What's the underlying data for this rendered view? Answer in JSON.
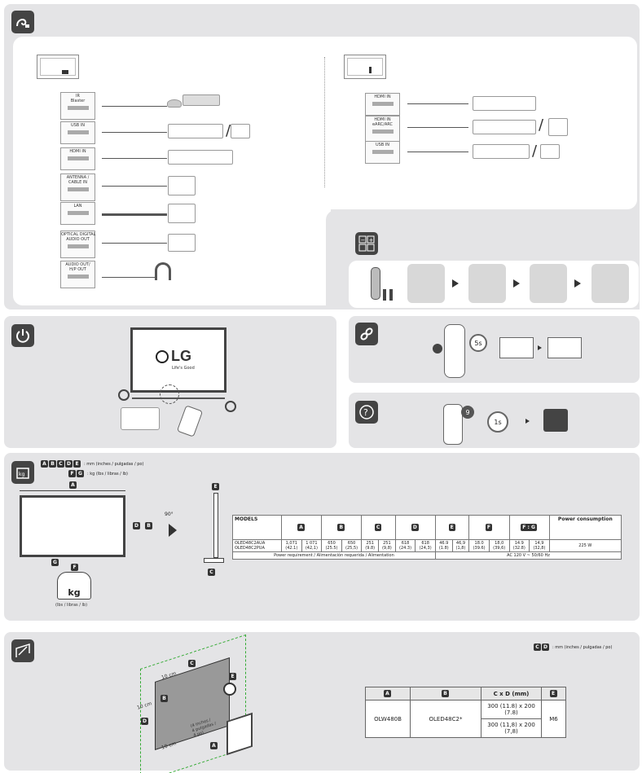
{
  "connections": {
    "left_ports": [
      {
        "label": "IR\nBlaster"
      },
      {
        "label": "USB IN"
      },
      {
        "label": "HDMI IN"
      },
      {
        "label": "ANTENNA /\nCABLE IN"
      },
      {
        "label": "LAN"
      },
      {
        "label": "OPTICAL DIGITAL\nAUDIO OUT"
      },
      {
        "label": "AUDIO OUT/\nH/P OUT"
      }
    ],
    "right_ports": [
      {
        "label": "HDMI IN"
      },
      {
        "label": "HDMI IN\neARC/ARC"
      },
      {
        "label": "USB IN"
      }
    ]
  },
  "power": {
    "logo_text": "LG",
    "tagline": "Life's Good"
  },
  "pairing": {
    "seconds_label": "5s"
  },
  "support": {
    "key_label": "9",
    "seconds_label": "1s"
  },
  "specs": {
    "unit_note_letters": [
      "A",
      "B",
      "C",
      "D",
      "E"
    ],
    "unit_note": ": mm (inches / pulgadas / po)",
    "weight_letters": [
      "F",
      "G"
    ],
    "weight_note": ": kg (lbs / libras / lb)",
    "kg_label": "kg",
    "kg_sub": "(lbs / libras / lb)",
    "rotate_label": "90°",
    "table": {
      "models_header": "MODELS",
      "power_header": "Power consumption",
      "models": [
        "OLED48C2AUA",
        "OLED48C2PUA"
      ],
      "columns": [
        "A",
        "B",
        "C",
        "D",
        "E",
        "F",
        "F : G"
      ],
      "values": [
        [
          "1,071\n(42.1)",
          "1 071\n(42,1)"
        ],
        [
          "650\n(25.5)",
          "650\n(25,5)"
        ],
        [
          "251\n(9.8)",
          "251\n(9,8)"
        ],
        [
          "618\n(24.3)",
          "618\n(24,3)"
        ],
        [
          "46.9\n(1.8)",
          "46,9\n(1,8)"
        ],
        [
          "18.0\n(39.6)",
          "18,0\n(39,6)"
        ],
        [
          "14.9\n(32.8)",
          "14,9\n(32,8)"
        ]
      ],
      "power_value": "225 W",
      "footer_left": "Power requirement / Alimentación requerida / Alimentation",
      "footer_right": "AC 120 V ~ 50/60 Hz"
    }
  },
  "wall": {
    "unit_note": ": mm (inches / pulgadas / po)",
    "note_letters": [
      "C",
      "D"
    ],
    "cm_labels": [
      "10 cm",
      "10 cm",
      "10 cm"
    ],
    "diag_label": "(4 inches /\n4 pulgadas /\n4 po)",
    "header_a": "A",
    "header_b": "B",
    "header_cd": "C x D (mm)",
    "header_e": "E",
    "row_a": "OLW480B",
    "row_b": "OLED48C2*",
    "row_cd_1": "300 (11.8) x 200 (7.8)",
    "row_cd_2": "300 (11,8) x 200 (7,8)",
    "row_e": "M6"
  }
}
